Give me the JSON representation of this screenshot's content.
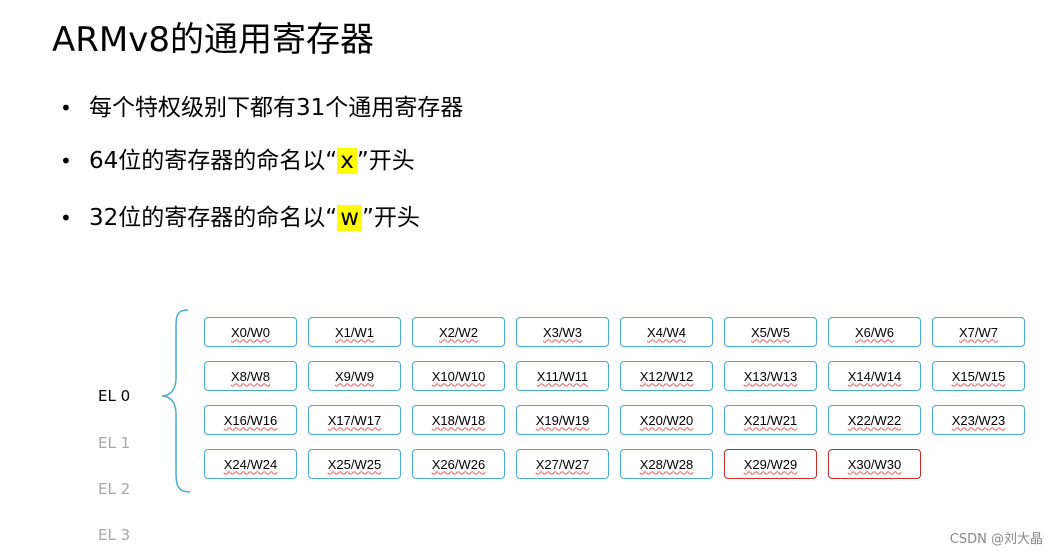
{
  "title": "ARMv8的通用寄存器",
  "bullets": [
    {
      "before": "每个特权级别下都有31个通用寄存器",
      "highlight": "",
      "after": ""
    },
    {
      "before": "64位的寄存器的命名以“",
      "highlight": "x",
      "after": "”开头"
    },
    {
      "before": "32位的寄存器的命名以“",
      "highlight": "w",
      "after": "”开头"
    }
  ],
  "bullet_glyph": "•",
  "exception_levels": [
    "EL 0",
    "EL 1",
    "EL 2",
    "EL 3"
  ],
  "active_level": "EL 0",
  "registers": [
    {
      "label": "X0/W0",
      "variant": "normal"
    },
    {
      "label": "X1/W1",
      "variant": "normal"
    },
    {
      "label": "X2/W2",
      "variant": "normal"
    },
    {
      "label": "X3/W3",
      "variant": "normal"
    },
    {
      "label": "X4/W4",
      "variant": "normal"
    },
    {
      "label": "X5/W5",
      "variant": "normal"
    },
    {
      "label": "X6/W6",
      "variant": "normal"
    },
    {
      "label": "X7/W7",
      "variant": "normal"
    },
    {
      "label": "X8/W8",
      "variant": "normal"
    },
    {
      "label": "X9/W9",
      "variant": "normal"
    },
    {
      "label": "X10/W10",
      "variant": "normal"
    },
    {
      "label": "X11/W11",
      "variant": "normal"
    },
    {
      "label": "X12/W12",
      "variant": "normal"
    },
    {
      "label": "X13/W13",
      "variant": "normal"
    },
    {
      "label": "X14/W14",
      "variant": "normal"
    },
    {
      "label": "X15/W15",
      "variant": "normal"
    },
    {
      "label": "X16/W16",
      "variant": "normal"
    },
    {
      "label": "X17/W17",
      "variant": "normal"
    },
    {
      "label": "X18/W18",
      "variant": "normal"
    },
    {
      "label": "X19/W19",
      "variant": "normal"
    },
    {
      "label": "X20/W20",
      "variant": "normal"
    },
    {
      "label": "X21/W21",
      "variant": "normal"
    },
    {
      "label": "X22/W22",
      "variant": "normal"
    },
    {
      "label": "X23/W23",
      "variant": "normal"
    },
    {
      "label": "X24/W24",
      "variant": "normal"
    },
    {
      "label": "X25/W25",
      "variant": "normal"
    },
    {
      "label": "X26/W26",
      "variant": "normal"
    },
    {
      "label": "X27/W27",
      "variant": "normal"
    },
    {
      "label": "X28/W28",
      "variant": "normal"
    },
    {
      "label": "X29/W29",
      "variant": "red"
    },
    {
      "label": "X30/W30",
      "variant": "red"
    }
  ],
  "colors": {
    "box_border": "#4aacc6",
    "box_border_special": "#c0302a",
    "highlight": "#ffff00",
    "inactive_label": "#a6a6a6"
  },
  "watermark": "CSDN @刘大晶"
}
